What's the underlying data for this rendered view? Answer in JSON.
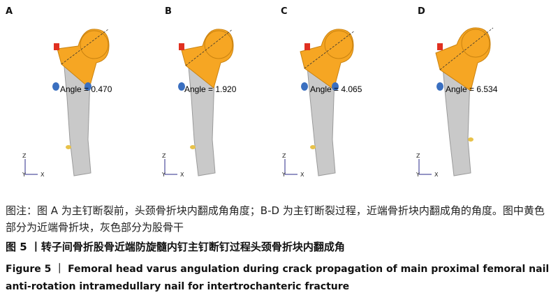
{
  "panels": [
    {
      "label": "A",
      "angle_text": "Angle = 0.470"
    },
    {
      "label": "B",
      "angle_text": "Angle = 1.920"
    },
    {
      "label": "C",
      "angle_text": "Angle = 4.065"
    },
    {
      "label": "D",
      "angle_text": "Angle = 6.534"
    }
  ],
  "axis": {
    "z": "Z",
    "x": "X",
    "y": "Y"
  },
  "caption": {
    "note_zh": "图注：图 A 为主钉断裂前，头颈骨折块内翻成角角度；B-D 为主钉断裂过程，近端骨折块内翻成角的角度。图中黄色部分为近端骨折块，灰色部分为股骨干",
    "title_zh": "图 5 丨转子间骨折股骨近端防旋髓内钉主钉断钉过程头颈骨折块内翻成角",
    "title_en": "Figure 5 ｜ Femoral head varus angulation during crack propagation of main proximal femoral nail anti-rotation intramedullary nail for intertrochanteric fracture"
  },
  "colors": {
    "bone_fragment": "#F5A623",
    "femoral_shaft": "#C8C8C8",
    "nail_tip": "#E03020",
    "blade": "#3A6FC0"
  }
}
